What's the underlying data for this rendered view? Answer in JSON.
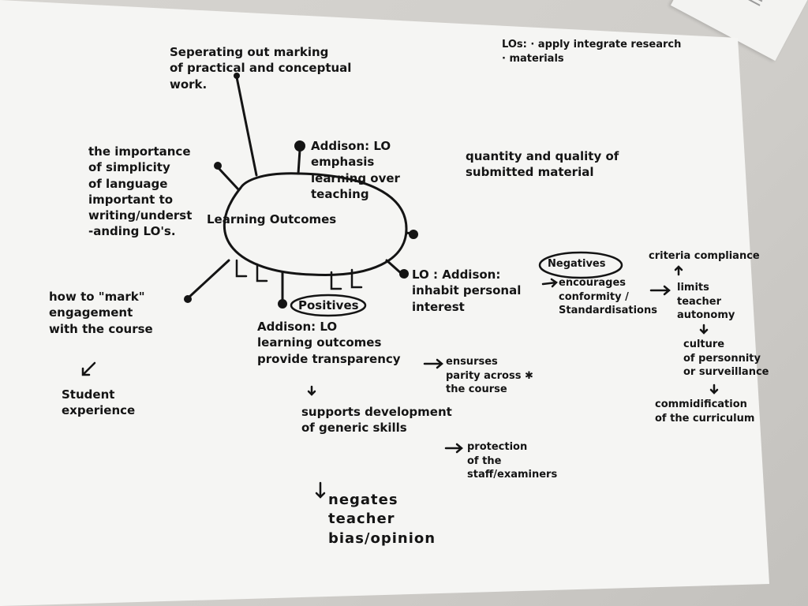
{
  "mind_map": {
    "center": "Learning Outcomes",
    "practical": "Seperating out marking\nof practical and conceptual\nwork.",
    "simplicity": "the importance\nof simplicity\nof language\nimportant to\nwriting/underst\n-anding LO's.",
    "addison_top": "Addison: LO\nemphasis\nlearning over\nteaching",
    "lo_apply": "LOs: · apply integrate research\n· materials",
    "quantity": "quantity and quality of\nsubmitted material",
    "addison_right": "LO : Addison:\ninhabit personal\ninterest",
    "negatives_label": "Negatives",
    "encourages": "encourages\nconformity /\nStandardisations",
    "criteria": "criteria compliance",
    "limits": "limits\nteacher\nautonomy",
    "culture": "culture\nof personnity\nor surveillance",
    "commodification": "commidification\nof the curriculum",
    "mark": "how to \"mark\"\nengagement\nwith the course",
    "student": "Student\nexperience",
    "positives_label": "Positives",
    "addison_bottom": "Addison: LO\nlearning outcomes\nprovide transparency",
    "ensures": "ensurses\nparity across ✱\nthe course",
    "supports": "supports development\nof generic skills",
    "protection": "protection\nof the\nstaff/examiners",
    "negates": "negates\nteacher\nbias/opinion"
  }
}
